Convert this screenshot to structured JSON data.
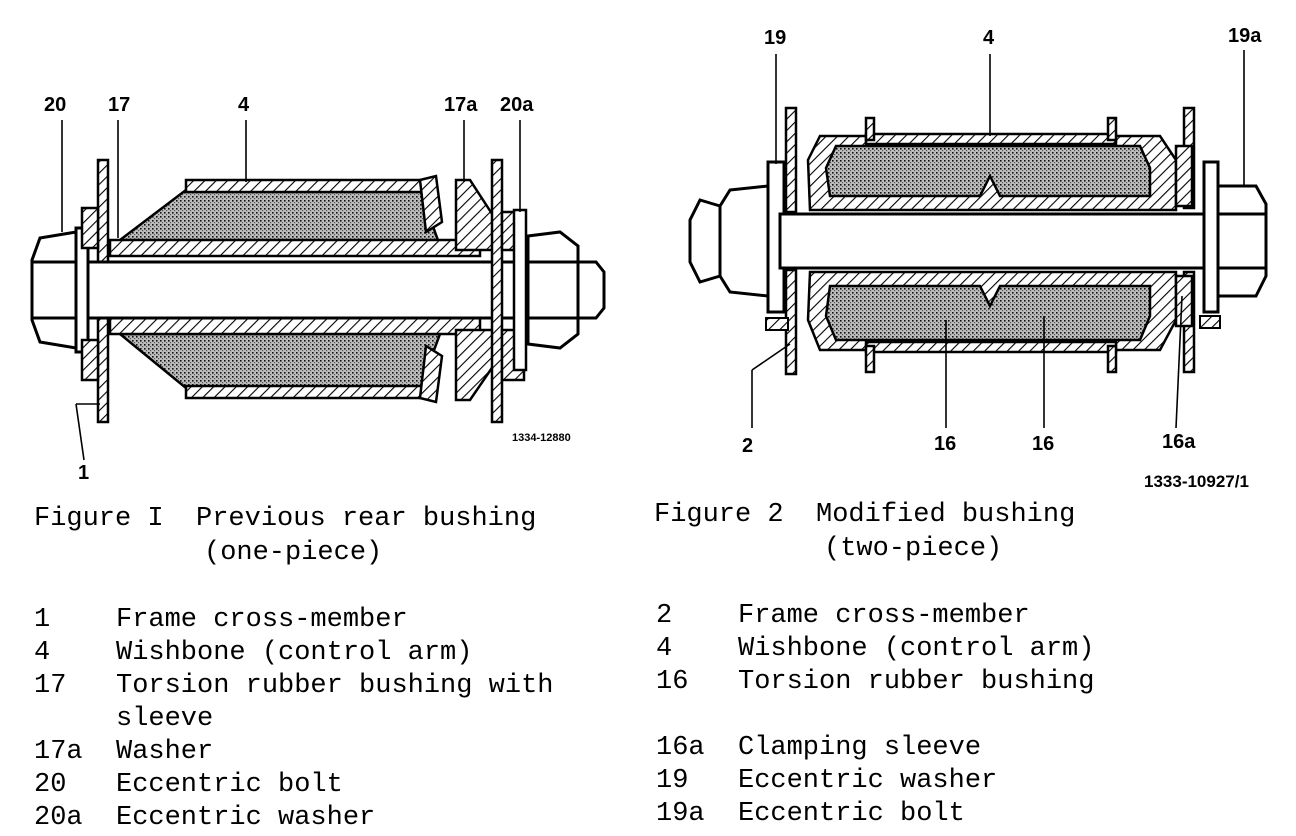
{
  "figure1": {
    "callouts": {
      "c20": "20",
      "c17": "17",
      "c4": "4",
      "c17a": "17a",
      "c20a": "20a",
      "c1": "1"
    },
    "drawing_code": "1334-12880",
    "caption_title": "Figure I  Previous rear bushing",
    "caption_sub": "(one-piece)",
    "legend": [
      {
        "num": "1",
        "text": "Frame cross-member"
      },
      {
        "num": "4",
        "text": "Wishbone (control arm)"
      },
      {
        "num": "17",
        "text": "Torsion rubber bushing with"
      },
      {
        "num": "",
        "text": "sleeve"
      },
      {
        "num": "17a",
        "text": "Washer"
      },
      {
        "num": "20",
        "text": "Eccentric bolt"
      },
      {
        "num": "20a",
        "text": "Eccentric washer"
      }
    ]
  },
  "figure2": {
    "callouts": {
      "c19": "19",
      "c4": "4",
      "c19a": "19a",
      "c2": "2",
      "c16_left": "16",
      "c16_right": "16",
      "c16a": "16a"
    },
    "drawing_code": "1333-10927/1",
    "caption_title": "Figure 2  Modified bushing",
    "caption_sub": "(two-piece)",
    "legend": [
      {
        "num": "2",
        "text": "Frame cross-member"
      },
      {
        "num": "4",
        "text": "Wishbone (control arm)"
      },
      {
        "num": "16",
        "text": "Torsion rubber bushing"
      },
      {
        "num": "",
        "text": ""
      },
      {
        "num": "16a",
        "text": "Clamping sleeve"
      },
      {
        "num": "19",
        "text": "Eccentric washer"
      },
      {
        "num": "19a",
        "text": "Eccentric bolt"
      }
    ]
  }
}
